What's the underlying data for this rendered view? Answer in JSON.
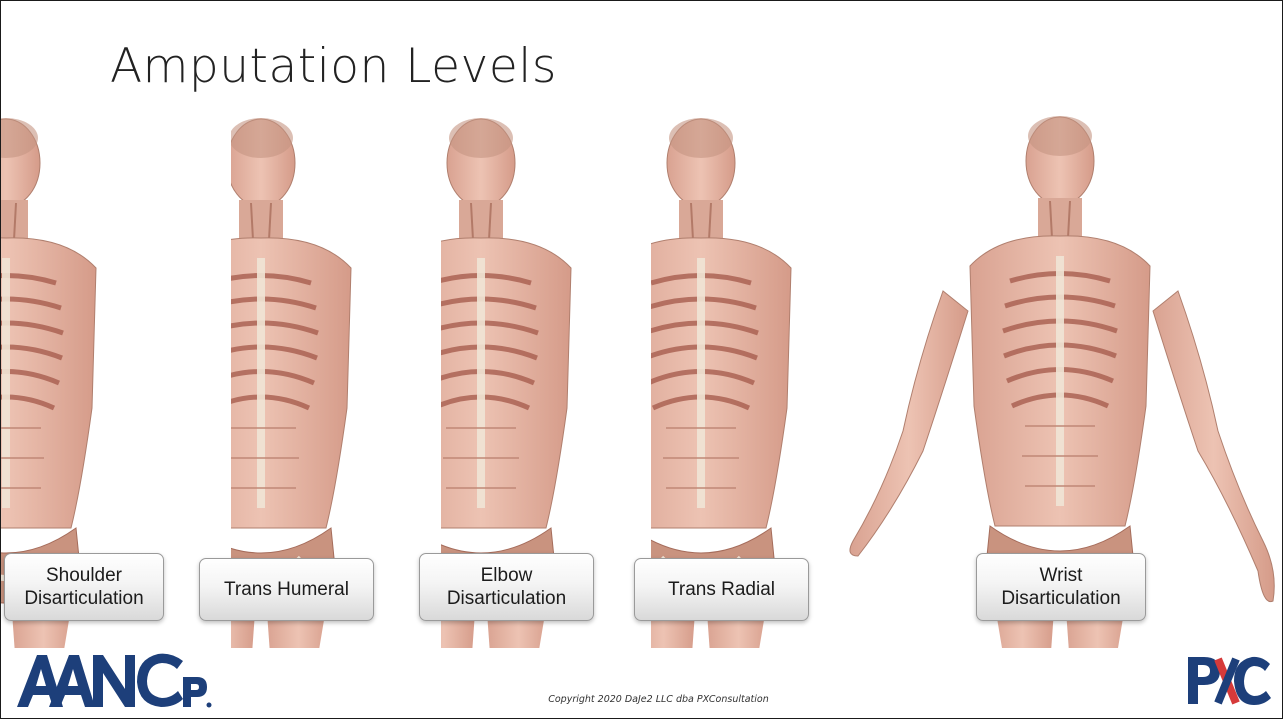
{
  "slide": {
    "title": "Amputation Levels",
    "levels": [
      {
        "label": "Shoulder\nDisarticulation"
      },
      {
        "label": "Trans Humeral"
      },
      {
        "label": "Elbow\nDisarticulation"
      },
      {
        "label": "Trans Radial"
      },
      {
        "label": "Wrist\nDisarticulation"
      }
    ],
    "copyright": "Copyright 2020 DaJe2 LLC dba PXConsultation",
    "logos": {
      "left": {
        "text": "AANCP",
        "color": "#1d3f7a"
      },
      "right": {
        "text": "PXC",
        "color": "#1d3f7a",
        "accent": "#d63a3a"
      }
    }
  },
  "colors": {
    "skin": "#e7b9a8",
    "muscle": "#c98a78",
    "rib": "#a85e4f",
    "bone": "#f1e6d8"
  }
}
